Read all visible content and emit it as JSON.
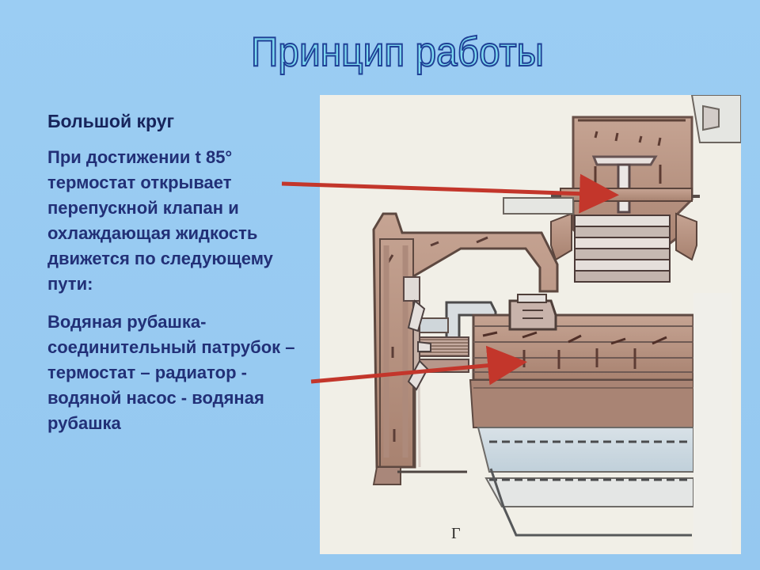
{
  "slide": {
    "title": "Принцип работы",
    "heading": "Большой круг",
    "paragraph1": "При достижении t 85°\nтермостат открывает\nперепускной клапан и\nохлаждающая жидкость\nдвижется по следующему\nпути:",
    "paragraph2": "Водяная рубашка-\nсоединительный патрубок –\nтермостат – радиатор -\nводяной насос - водяная\nрубашка"
  },
  "diagram": {
    "label": "Г"
  },
  "colors": {
    "background": "#97c9f1",
    "title_fill": "#7ed9ef",
    "title_outline": "#1f3f96",
    "text": "#223077",
    "arrow": "#c3362b",
    "coolant": "#b99585"
  }
}
